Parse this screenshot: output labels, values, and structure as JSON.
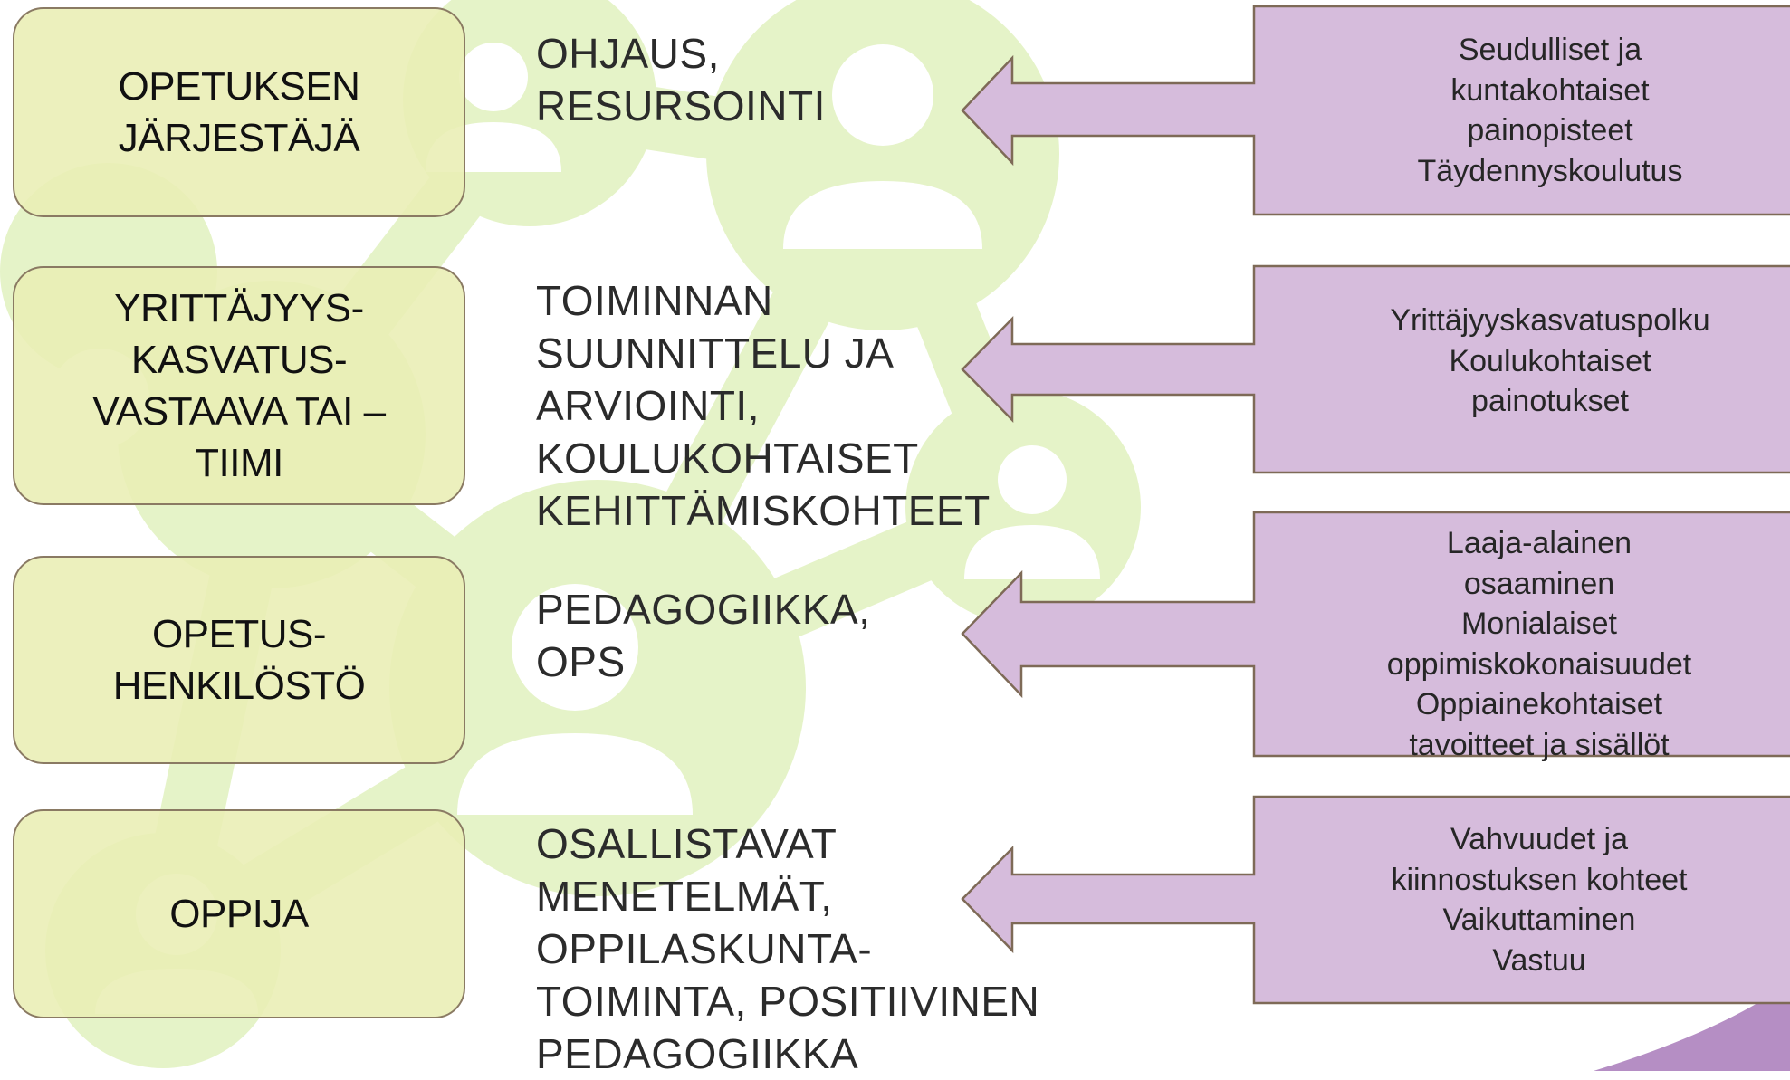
{
  "roles": [
    {
      "id": "jarjestaja",
      "label": "OPETUKSEN\nJÄRJESTÄJÄ"
    },
    {
      "id": "vastaava",
      "label": "YRITTÄJYYS-\nKASVATUS-\nVASTAAVA TAI –\nTIIMI"
    },
    {
      "id": "henkilosto",
      "label": "OPETUS-\nHENKILÖSTÖ"
    },
    {
      "id": "oppija",
      "label": "OPPIJA"
    }
  ],
  "focus_areas": [
    {
      "id": "ohjaus",
      "text": "OHJAUS,\nRESURSOINTI"
    },
    {
      "id": "suunnittelu",
      "text": "TOIMINNAN\nSUUNNITTELU JA\nARVIOINTI,\nKOULUKOHTAISET\nKEHITTÄMISKOHTEET"
    },
    {
      "id": "pedagogiikka",
      "text": "PEDAGOGIIKKA,\nOPS"
    },
    {
      "id": "menetelmat",
      "text": "OSALLISTAVAT\nMENETELMÄT,\nOPPILASKUNTA-\nTOIMINTA, POSITIIVINEN\nPEDAGOGIIKKA"
    }
  ],
  "inputs": [
    {
      "id": "painopisteet",
      "text": "Seudulliset ja\nkuntakohtaiset\npainopisteet\nTäydennyskoulutus"
    },
    {
      "id": "polku",
      "text": "Yrittäjyyskasvatuspolku\nKoulukohtaiset\npainotukset"
    },
    {
      "id": "osaaminen",
      "text": "Laaja-alainen\nosaaminen\nMonialaiset\noppimiskokonaisuudet\nOppiainekohtaiset\ntavoitteet ja sisällöt"
    },
    {
      "id": "vahvuudet",
      "text": "Vahvuudet ja\nkiinnostuksen kohteet\nVaikuttaminen\nVastuu"
    }
  ],
  "colors": {
    "role_fill": "#e9eeb4",
    "role_border": "#8a7a63",
    "arrow_fill": "#d6bcdc",
    "arrow_border": "#7e6a57",
    "background_network": "#e5f3c8",
    "corner_accent": "#b58ec4"
  },
  "background_icons": [
    "people-network-icon",
    "person-icon"
  ]
}
